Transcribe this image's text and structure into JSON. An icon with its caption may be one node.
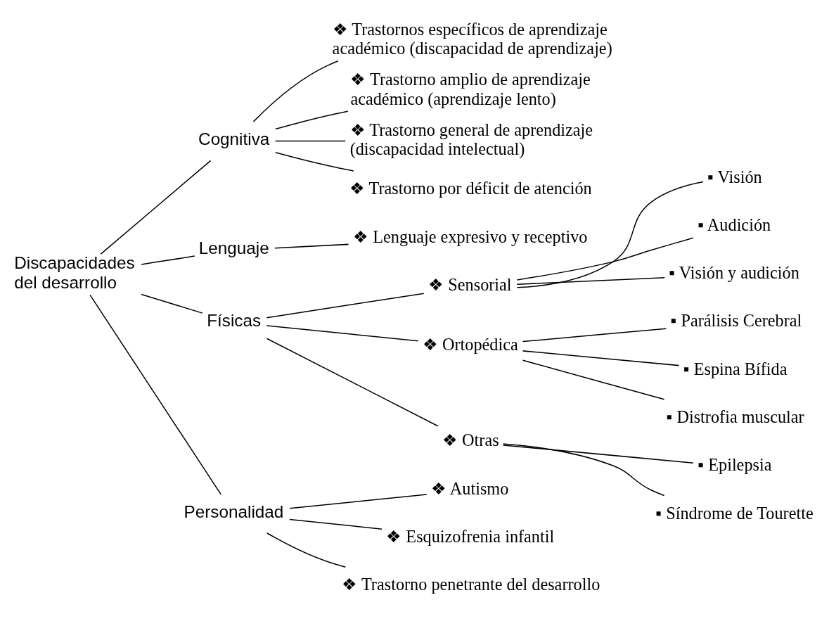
{
  "diagram": {
    "nodes": [
      {
        "text": [
          "Discapacidades del desarrollo"
        ]
      },
      {
        "text": [
          "Cognitiva"
        ]
      },
      {
        "text": [
          "❖ Trastornos específicos de aprendizaje académico (discapacidad de aprendizaje)"
        ]
      },
      {
        "text": [
          "❖ Trastorno amplio de aprendizaje académico (aprendizaje lento)"
        ]
      },
      {
        "text": [
          "❖ Trastorno general de aprendizaje (discapacidad intelectual)"
        ]
      },
      {
        "text": [
          "❖ Trastorno por déficit de atención"
        ]
      },
      {
        "text": [
          "Lenguaje"
        ]
      },
      {
        "text": [
          "❖ Lenguaje expresivo y receptivo"
        ]
      },
      {
        "text": [
          "Físicas"
        ]
      },
      {
        "text": [
          "❖ Sensorial"
        ]
      },
      {
        "text": [
          "▪ Visión"
        ]
      },
      {
        "text": [
          "▪ Audición"
        ]
      },
      {
        "text": [
          "▪ Visión y audición"
        ]
      },
      {
        "text": [
          "❖ Ortopédica"
        ]
      },
      {
        "text": [
          "▪ Parálisis Cerebral"
        ]
      },
      {
        "text": [
          "▪ Espina Bífida"
        ]
      },
      {
        "text": [
          "▪ Distrofia muscular"
        ]
      },
      {
        "text": [
          "❖ Otras"
        ]
      },
      {
        "text": [
          "▪ Epilepsia"
        ]
      },
      {
        "text": [
          "▪ Síndrome de Tourette"
        ]
      },
      {
        "text": [
          "Personalidad"
        ]
      },
      {
        "text": [
          "❖ Autismo"
        ]
      },
      {
        "text": [
          "❖ Esquizofrenia infantil"
        ]
      },
      {
        "text": [
          "❖ Trastorno penetrante del desarrollo"
        ]
      }
    ],
    "edges": [
      {
        "from": 0,
        "to": 1,
        "arrow": "none"
      },
      {
        "from": 0,
        "to": 6,
        "arrow": "none"
      },
      {
        "from": 0,
        "to": 8,
        "arrow": "none"
      },
      {
        "from": 0,
        "to": 20,
        "arrow": "none"
      },
      {
        "from": 1,
        "to": 2,
        "arrow": "none"
      },
      {
        "from": 1,
        "to": 3,
        "arrow": "none"
      },
      {
        "from": 1,
        "to": 4,
        "arrow": "none"
      },
      {
        "from": 1,
        "to": 5,
        "arrow": "none"
      },
      {
        "from": 6,
        "to": 7,
        "arrow": "none"
      },
      {
        "from": 8,
        "to": 9,
        "arrow": "none"
      },
      {
        "from": 8,
        "to": 13,
        "arrow": "none"
      },
      {
        "from": 8,
        "to": 17,
        "arrow": "none"
      },
      {
        "from": 9,
        "to": 10,
        "arrow": "none"
      },
      {
        "from": 9,
        "to": 11,
        "arrow": "none"
      },
      {
        "from": 9,
        "to": 12,
        "arrow": "none"
      },
      {
        "from": 13,
        "to": 14,
        "arrow": "none"
      },
      {
        "from": 13,
        "to": 15,
        "arrow": "none"
      },
      {
        "from": 13,
        "to": 16,
        "arrow": "none"
      },
      {
        "from": 17,
        "to": 18,
        "arrow": "none"
      },
      {
        "from": 17,
        "to": 19,
        "arrow": "none"
      },
      {
        "from": 20,
        "to": 21,
        "arrow": "none"
      },
      {
        "from": 20,
        "to": 22,
        "arrow": "none"
      },
      {
        "from": 20,
        "to": 23,
        "arrow": "none"
      }
    ]
  }
}
